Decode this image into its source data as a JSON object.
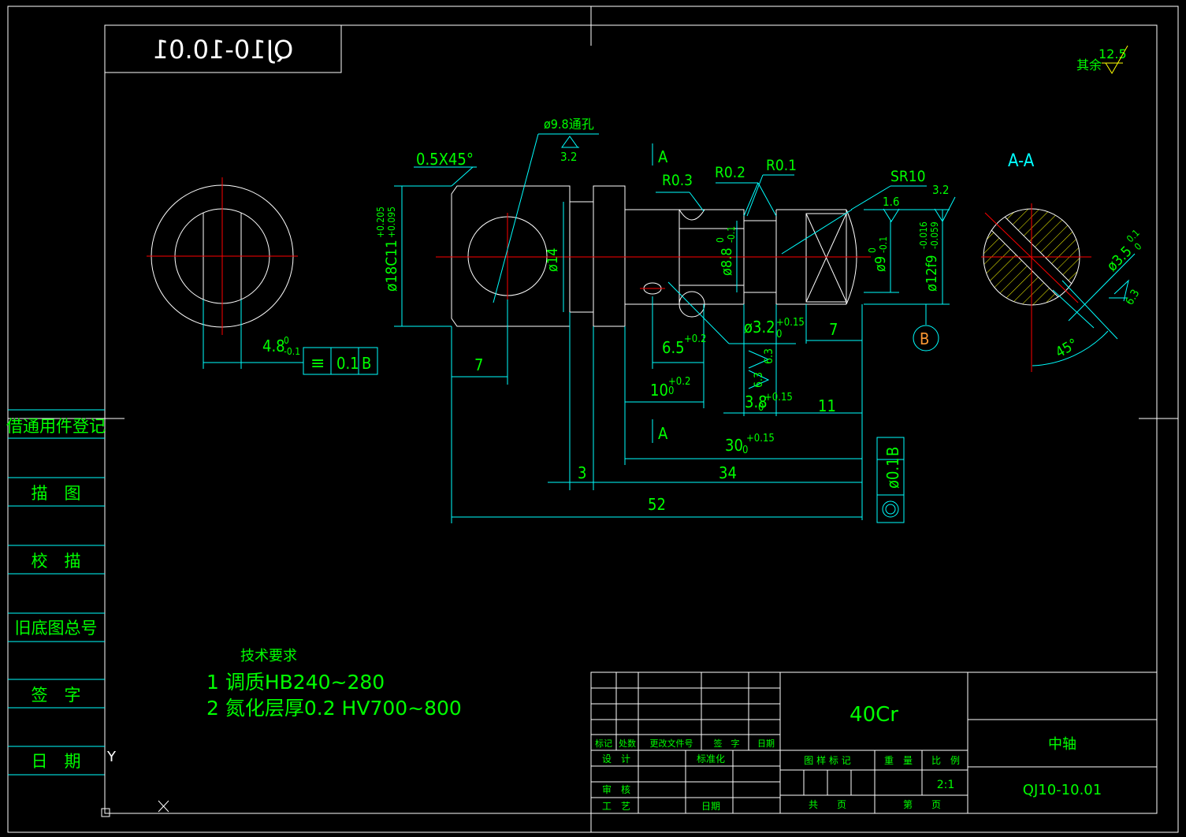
{
  "drawing": {
    "code_mirrored": "QJ10-10.01",
    "surface_other": {
      "label": "其余",
      "value": "12.5"
    },
    "section_label": "A-A",
    "cut_mark": "A",
    "datum": "B"
  },
  "dims": {
    "chamfer": "0.5X45°",
    "hole_dia": "ø9.8通孔",
    "hole_rough": "3.2",
    "r03": "R0.3",
    "r02": "R0.2",
    "r01": "R0.1",
    "sr10": "SR10",
    "rough_16": "1.6",
    "rough_32": "3.2",
    "d18": "ø18C11",
    "d18_tol_up": "+0.205",
    "d18_tol_lo": "+0.095",
    "d18_paren": "(",
    "d14": "ø14",
    "d88": "ø8.8",
    "d88_up": "0",
    "d88_lo": "-0.1",
    "d9": "ø9",
    "d9_up": "0",
    "d9_lo": "-0.1",
    "d12": "ø12f9",
    "d12_up": "-0.016",
    "d12_lo": "-0.059",
    "d35": "ø3.5",
    "d35_up": "0.1",
    "d35_lo": "0",
    "rough_63a": "6.3",
    "rough_63b": "6.3",
    "rough_63c": "6.3",
    "d48": "4.8",
    "d48_up": "0",
    "d48_lo": "-0.1",
    "sym_sym": "≡",
    "sym_val": "0.1",
    "sym_datum": "B",
    "d7a": "7",
    "d65": "6.5",
    "d65_tol": "+0.2",
    "d32": "ø3.2",
    "d32_up": "+0.15",
    "d32_lo": "0",
    "d7b": "7",
    "d10": "10",
    "d10_tol_up": "+0.2",
    "d10_tol_lo": "0",
    "d38": "3.8",
    "d38_up": "+0.15",
    "d38_lo": "0",
    "d11": "11",
    "d30": "30",
    "d30_up": "+0.15",
    "d30_lo": "0",
    "d3": "3",
    "d34": "34",
    "d52": "52",
    "d45": "45°",
    "conc_val": "ø0.1",
    "conc_datum": "B"
  },
  "side_table": [
    "借通用件登记",
    "描　图",
    "校　描",
    "旧底图总号",
    "签　字",
    "日　期"
  ],
  "tech": {
    "title": "技术要求",
    "line1": "1 调质HB240~280",
    "line2": "2 氮化层厚0.2 HV700~800"
  },
  "title_block": {
    "material": "40Cr",
    "part_name": "中轴",
    "part_code": "QJ10-10.01",
    "h_mark": "标记",
    "h_count": "处数",
    "h_doc": "更改文件号",
    "h_sign": "签　字",
    "h_date": "日期",
    "design": "设　计",
    "standard": "标准化",
    "check": "审　核",
    "process": "工　艺",
    "date2": "日期",
    "stage": "图 样 标 记",
    "weight": "重　量",
    "scale_label": "比　例",
    "scale": "2:1",
    "total": "共　　页",
    "sheet": "第　　页"
  },
  "ucs": {
    "y": "Y"
  },
  "colors": {
    "bg": "#000000",
    "line": "#ffffff",
    "dim": "#00ffff",
    "text": "#00ff00",
    "center": "#ff0000",
    "hatch": "#ffff00",
    "datum": "#ff9933"
  }
}
